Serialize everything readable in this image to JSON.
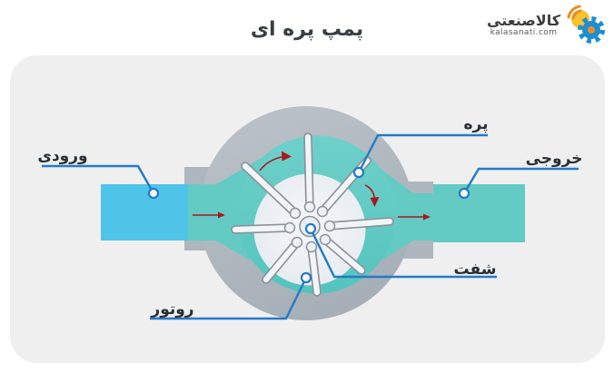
{
  "header": {
    "title": "پمپ پره ای",
    "logo": {
      "brand": "کالاصنعتی",
      "domain": "kalasanati.com"
    }
  },
  "diagram": {
    "labels": {
      "inlet": "ورودی",
      "outlet": "خروجی",
      "vane": "پره",
      "shaft": "شفت",
      "rotor": "روتور"
    },
    "colors": {
      "housing": "#aeb6bd",
      "fluid": "#63cac4",
      "inlet_fluid": "#4ec4e8",
      "rotor": "#e9edf1",
      "leader_line": "#2379c9",
      "flow_arrow": "#a8191f",
      "panel_background": "#efeff0",
      "label_text": "#2b2f33",
      "logo_blue": "#1e8ed2",
      "logo_yellow": "#f6c22e",
      "logo_orange": "#ef8b23"
    }
  }
}
